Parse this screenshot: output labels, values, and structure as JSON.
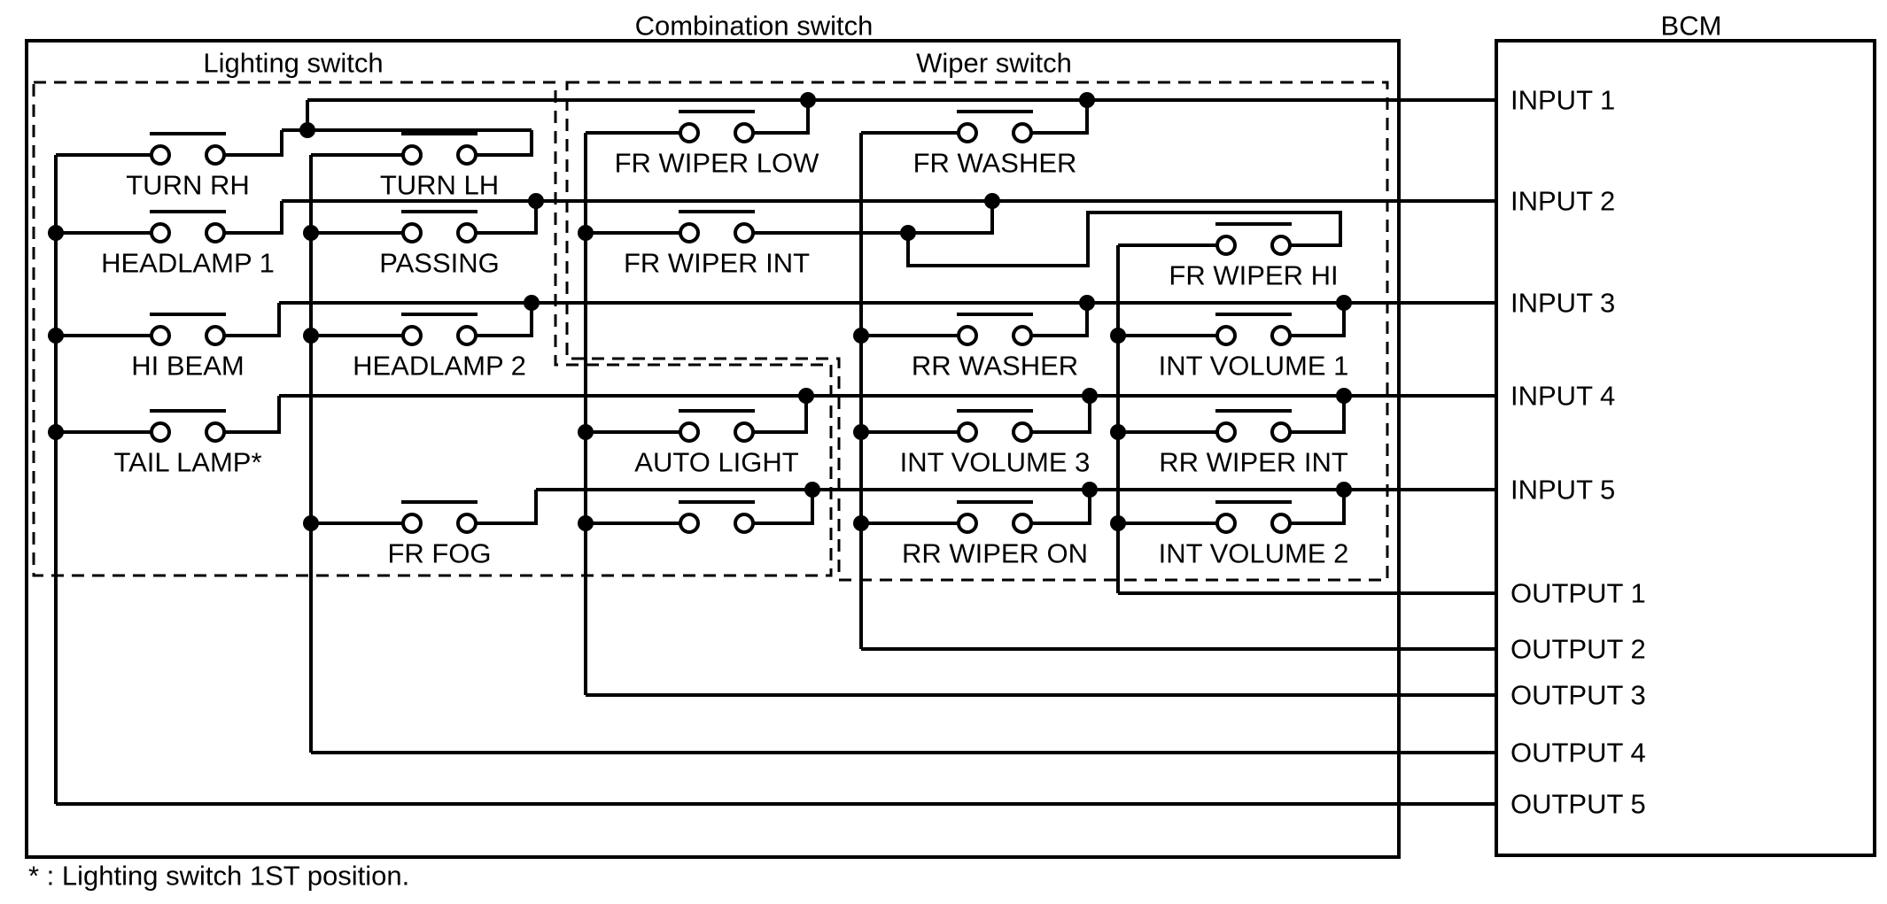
{
  "diagram": {
    "title": "Combination switch",
    "bcm_label": "BCM",
    "lighting_label": "Lighting switch",
    "wiper_label": "Wiper switch",
    "note": "* : Lighting switch 1ST position.",
    "colors": {
      "ink": "#000000",
      "background": "#ffffff"
    },
    "switches": {
      "turn_rh": "TURN RH",
      "turn_lh": "TURN LH",
      "fr_wiper_low": "FR WIPER LOW",
      "fr_washer": "FR WASHER",
      "headlamp_1": "HEADLAMP 1",
      "passing": "PASSING",
      "fr_wiper_int": "FR WIPER INT",
      "fr_wiper_hi": "FR WIPER HI",
      "hi_beam": "HI BEAM",
      "headlamp_2": "HEADLAMP 2",
      "rr_washer": "RR WASHER",
      "int_volume_1": "INT VOLUME 1",
      "tail_lamp": "TAIL LAMP*",
      "auto_light": "AUTO LIGHT",
      "int_volume_3": "INT VOLUME 3",
      "rr_wiper_int": "RR WIPER INT",
      "fr_fog": "FR FOG",
      "rr_wiper_on": "RR WIPER ON",
      "int_volume_2": "INT VOLUME 2"
    },
    "bcm_pins": {
      "input_1": "INPUT 1",
      "input_2": "INPUT 2",
      "input_3": "INPUT 3",
      "input_4": "INPUT 4",
      "input_5": "INPUT 5",
      "output_1": "OUTPUT 1",
      "output_2": "OUTPUT 2",
      "output_3": "OUTPUT 3",
      "output_4": "OUTPUT 4",
      "output_5": "OUTPUT 5"
    }
  }
}
